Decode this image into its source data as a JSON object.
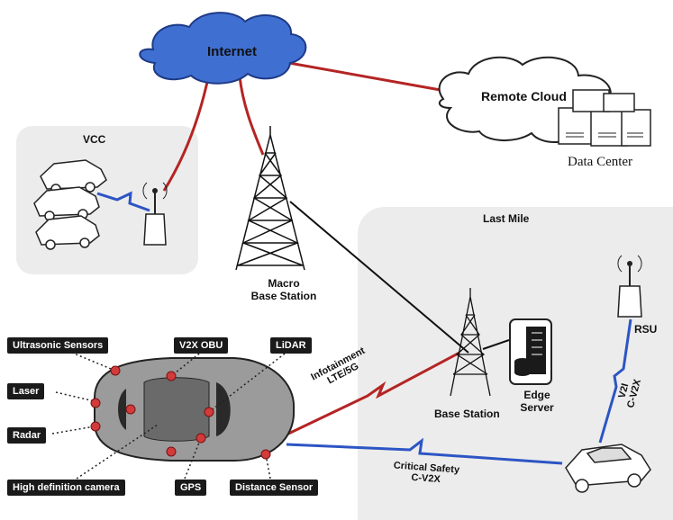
{
  "labels": {
    "internet": "Internet",
    "remote_cloud": "Remote Cloud",
    "data_center": "Data Center",
    "vcc": "VCC",
    "last_mile": "Last Mile",
    "macro_bs_line1": "Macro",
    "macro_bs_line2": "Base Station",
    "base_station": "Base Station",
    "edge_line1": "Edge",
    "edge_line2": "Server",
    "rsu": "RSU",
    "infotainment_line1": "Infotainment",
    "infotainment_line2": "LTE/5G",
    "v2i_line1": "V2I",
    "v2i_line2": "C-V2X",
    "critical_line1": "Critical Safety",
    "critical_line2": "C-V2X"
  },
  "sensors": {
    "ultrasonic": "Ultrasonic Sensors",
    "v2x_obu": "V2X OBU",
    "lidar": "LiDAR",
    "laser": "Laser",
    "radar": "Radar",
    "hd_camera": "High definition camera",
    "gps": "GPS",
    "distance": "Distance Sensor"
  },
  "colors": {
    "cloud_blue": "#3f6fd1",
    "link_red": "#b52424",
    "link_black": "#111111",
    "wireless_blue": "#2c55c4",
    "sensor_dot": "#d23b3b",
    "panel_gray": "#ececec"
  }
}
